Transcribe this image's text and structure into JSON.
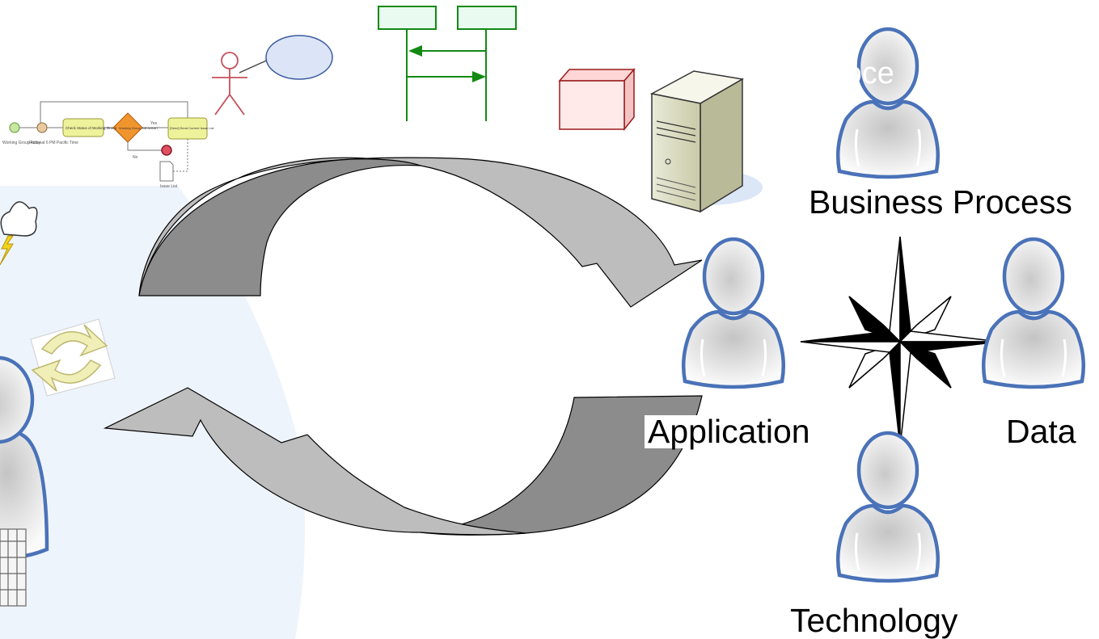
{
  "diagram": {
    "roles": {
      "business_process": "Business Process",
      "application": "Application",
      "data": "Data",
      "technology": "Technology"
    },
    "ghost_text": "roce",
    "bpmn_sketch": {
      "start_label": "Working Group Active",
      "timer_label": "Friday at 6 PM Pacific Time",
      "task1": "Check Status of Working Group",
      "gateway": "Working Group Still Active?",
      "task2": "[Send] Send Current Issue List",
      "yes": "Yes",
      "no": "No",
      "doc": "Issue List"
    },
    "colors": {
      "person_outline": "#4a72b8",
      "arrow_dark": "#8c8c8c",
      "arrow_light": "#bdbdbd",
      "panel": "#eef4fc",
      "uml_green": "#128a12",
      "box_red": "#b22222"
    }
  }
}
